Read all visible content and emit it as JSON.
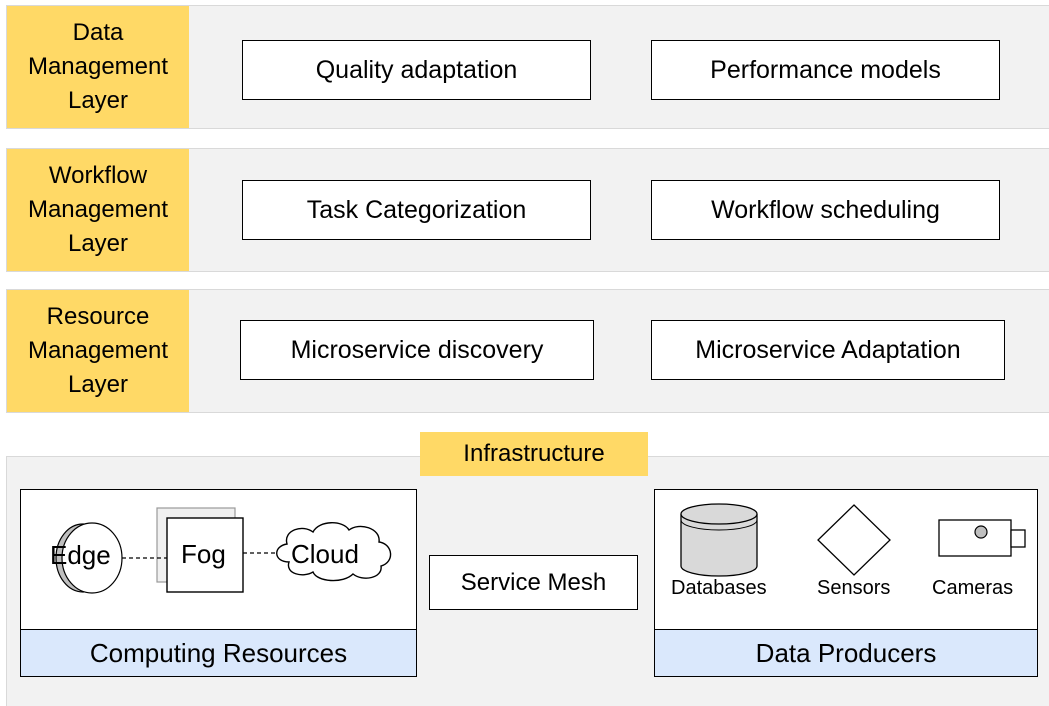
{
  "layers": [
    {
      "label": "Data\nManagement\nLayer",
      "components": [
        "Quality adaptation",
        "Performance models"
      ]
    },
    {
      "label": "Workflow\nManagement\nLayer",
      "components": [
        "Task Categorization",
        "Workflow scheduling"
      ]
    },
    {
      "label": "Resource\nManagement\nLayer",
      "components": [
        "Microservice discovery",
        "Microservice Adaptation"
      ]
    }
  ],
  "infrastructure": {
    "title": "Infrastructure",
    "computing_resources": {
      "caption": "Computing Resources",
      "nodes": [
        "Edge",
        "Fog",
        "Cloud"
      ]
    },
    "service_mesh": "Service Mesh",
    "data_producers": {
      "caption": "Data Producers",
      "items": [
        "Databases",
        "Sensors",
        "Cameras"
      ]
    }
  },
  "colors": {
    "layer_label": "#ffd966",
    "panel_background": "#f2f2f2",
    "caption_background": "#dae8fc"
  }
}
